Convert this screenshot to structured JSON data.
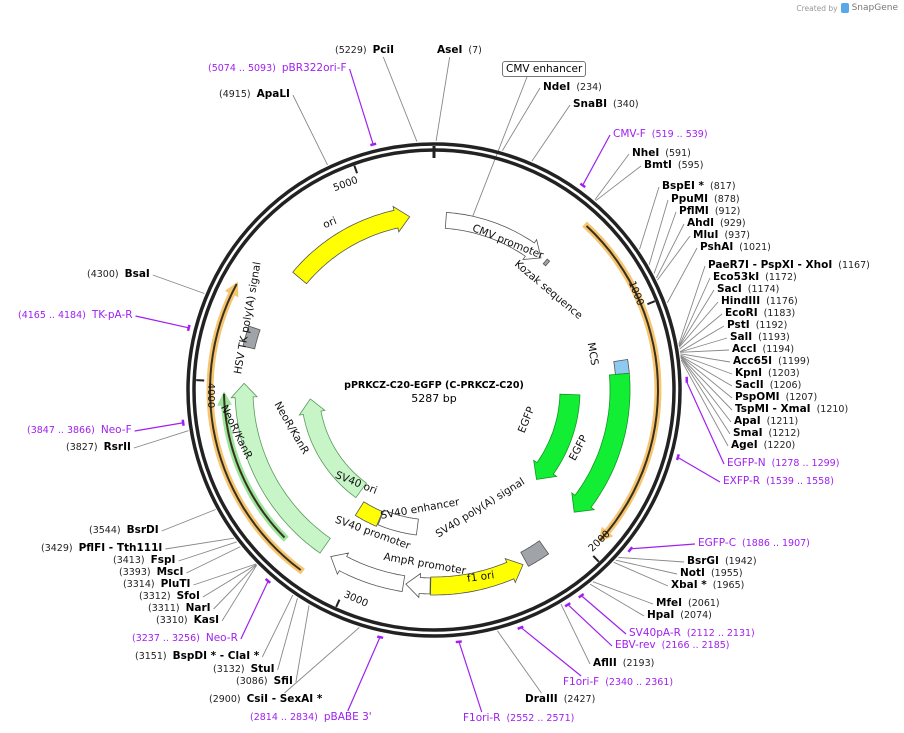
{
  "header": {
    "created_by": "Created by",
    "brand": "SnapGene"
  },
  "plasmid": {
    "name": "pPRKCZ-C20-EGFP (C-PRKCZ-C20)",
    "length": "5287 bp",
    "total_bp": 5287
  },
  "callout": {
    "name": "CMV enhancer",
    "bp": 180
  },
  "ticks": [
    {
      "label": "1000",
      "bp": 1000
    },
    {
      "label": "2000",
      "bp": 2000
    },
    {
      "label": "3000",
      "bp": 3000
    },
    {
      "label": "4000",
      "bp": 4000
    },
    {
      "label": "5000",
      "bp": 5000
    }
  ],
  "colors": {
    "ring": "#222222",
    "primer": "#a020f0",
    "orf": "#f6c56f",
    "leader": "#888888"
  },
  "sites": [
    {
      "name": "PciI",
      "pos": "(5229)",
      "bp": 5229,
      "type": "enzyme"
    },
    {
      "name": "AseI",
      "pos": "(7)",
      "bp": 7,
      "type": "enzyme"
    },
    {
      "name": "NdeI",
      "pos": "(234)",
      "bp": 234,
      "type": "enzyme"
    },
    {
      "name": "SnaBI",
      "pos": "(340)",
      "bp": 340,
      "type": "enzyme"
    },
    {
      "name": "CMV-F",
      "pos": "(519 .. 539)",
      "bp": 529,
      "type": "primer"
    },
    {
      "name": "NheI",
      "pos": "(591)",
      "bp": 591,
      "type": "enzyme"
    },
    {
      "name": "BmtI",
      "pos": "(595)",
      "bp": 595,
      "type": "enzyme"
    },
    {
      "name": "BspEI *",
      "pos": "(817)",
      "bp": 817,
      "type": "enzyme"
    },
    {
      "name": "PpuMI",
      "pos": "(878)",
      "bp": 878,
      "type": "enzyme"
    },
    {
      "name": "PflMI",
      "pos": "(912)",
      "bp": 912,
      "type": "enzyme"
    },
    {
      "name": "AhdI",
      "pos": "(929)",
      "bp": 929,
      "type": "enzyme"
    },
    {
      "name": "MluI",
      "pos": "(937)",
      "bp": 937,
      "type": "enzyme"
    },
    {
      "name": "PshAI",
      "pos": "(1021)",
      "bp": 1021,
      "type": "enzyme"
    },
    {
      "name": "PaeR7I   - PspXI   - XhoI",
      "pos": "(1167)",
      "bp": 1167,
      "type": "enzyme"
    },
    {
      "name": "Eco53kI",
      "pos": "(1172)",
      "bp": 1172,
      "type": "enzyme"
    },
    {
      "name": "SacI",
      "pos": "(1174)",
      "bp": 1174,
      "type": "enzyme"
    },
    {
      "name": "HindIII",
      "pos": "(1176)",
      "bp": 1176,
      "type": "enzyme"
    },
    {
      "name": "EcoRI",
      "pos": "(1183)",
      "bp": 1183,
      "type": "enzyme"
    },
    {
      "name": "PstI",
      "pos": "(1192)",
      "bp": 1192,
      "type": "enzyme"
    },
    {
      "name": "SalI",
      "pos": "(1193)",
      "bp": 1193,
      "type": "enzyme"
    },
    {
      "name": "AccI",
      "pos": "(1194)",
      "bp": 1194,
      "type": "enzyme"
    },
    {
      "name": "Acc65I",
      "pos": "(1199)",
      "bp": 1199,
      "type": "enzyme"
    },
    {
      "name": "KpnI",
      "pos": "(1203)",
      "bp": 1203,
      "type": "enzyme"
    },
    {
      "name": "SacII",
      "pos": "(1206)",
      "bp": 1206,
      "type": "enzyme"
    },
    {
      "name": "PspOMI",
      "pos": "(1207)",
      "bp": 1207,
      "type": "enzyme"
    },
    {
      "name": "TspMI   - XmaI",
      "pos": "(1210)",
      "bp": 1210,
      "type": "enzyme"
    },
    {
      "name": "ApaI",
      "pos": "(1211)",
      "bp": 1211,
      "type": "enzyme"
    },
    {
      "name": "SmaI",
      "pos": "(1212)",
      "bp": 1212,
      "type": "enzyme"
    },
    {
      "name": "AgeI",
      "pos": "(1220)",
      "bp": 1220,
      "type": "enzyme"
    },
    {
      "name": "EGFP-N",
      "pos": "(1278 .. 1299)",
      "bp": 1288,
      "type": "primer"
    },
    {
      "name": "EXFP-R",
      "pos": "(1539 .. 1558)",
      "bp": 1548,
      "type": "primer"
    },
    {
      "name": "EGFP-C",
      "pos": "(1886 .. 1907)",
      "bp": 1896,
      "type": "primer"
    },
    {
      "name": "BsrGI",
      "pos": "(1942)",
      "bp": 1942,
      "type": "enzyme"
    },
    {
      "name": "NotI",
      "pos": "(1955)",
      "bp": 1955,
      "type": "enzyme"
    },
    {
      "name": "XbaI *",
      "pos": "(1965)",
      "bp": 1965,
      "type": "enzyme"
    },
    {
      "name": "MfeI",
      "pos": "(2061)",
      "bp": 2061,
      "type": "enzyme"
    },
    {
      "name": "HpaI",
      "pos": "(2074)",
      "bp": 2074,
      "type": "enzyme"
    },
    {
      "name": "SV40pA-R",
      "pos": "(2112 .. 2131)",
      "bp": 2121,
      "type": "primer"
    },
    {
      "name": "EBV-rev",
      "pos": "(2166 .. 2185)",
      "bp": 2175,
      "type": "primer"
    },
    {
      "name": "AflII",
      "pos": "(2193)",
      "bp": 2193,
      "type": "enzyme"
    },
    {
      "name": "F1ori-F",
      "pos": "(2340 .. 2361)",
      "bp": 2350,
      "type": "primer"
    },
    {
      "name": "DraIII",
      "pos": "(2427)",
      "bp": 2427,
      "type": "enzyme"
    },
    {
      "name": "F1ori-R",
      "pos": "(2552 .. 2571)",
      "bp": 2561,
      "type": "primer"
    },
    {
      "name": "pBABE 3'",
      "pos": "(2814 .. 2834)",
      "bp": 2824,
      "type": "primer"
    },
    {
      "name": "CsiI   - SexAI *",
      "pos": "(2900)",
      "bp": 2900,
      "type": "enzyme"
    },
    {
      "name": "SfiI",
      "pos": "(3086)",
      "bp": 3086,
      "type": "enzyme"
    },
    {
      "name": "StuI",
      "pos": "(3132)",
      "bp": 3132,
      "type": "enzyme"
    },
    {
      "name": "BspDI *  - ClaI *",
      "pos": "(3151)",
      "bp": 3151,
      "type": "enzyme"
    },
    {
      "name": "Neo-R",
      "pos": "(3237 .. 3256)",
      "bp": 3246,
      "type": "primer"
    },
    {
      "name": "KasI",
      "pos": "(3310)",
      "bp": 3310,
      "type": "enzyme"
    },
    {
      "name": "NarI",
      "pos": "(3311)",
      "bp": 3311,
      "type": "enzyme"
    },
    {
      "name": "SfoI",
      "pos": "(3312)",
      "bp": 3312,
      "type": "enzyme"
    },
    {
      "name": "PluTI",
      "pos": "(3314)",
      "bp": 3314,
      "type": "enzyme"
    },
    {
      "name": "MscI",
      "pos": "(3393)",
      "bp": 3393,
      "type": "enzyme"
    },
    {
      "name": "FspI",
      "pos": "(3413)",
      "bp": 3413,
      "type": "enzyme"
    },
    {
      "name": "PflFI   - Tth111I",
      "pos": "(3429)",
      "bp": 3429,
      "type": "enzyme"
    },
    {
      "name": "BsrDI",
      "pos": "(3544)",
      "bp": 3544,
      "type": "enzyme"
    },
    {
      "name": "RsrII",
      "pos": "(3827)",
      "bp": 3827,
      "type": "enzyme"
    },
    {
      "name": "Neo-F",
      "pos": "(3847 .. 3866)",
      "bp": 3856,
      "type": "primer"
    },
    {
      "name": "TK-pA-R",
      "pos": "(4165 .. 4184)",
      "bp": 4174,
      "type": "primer"
    },
    {
      "name": "BsaI",
      "pos": "(4300)",
      "bp": 4300,
      "type": "enzyme"
    },
    {
      "name": "ApaLI",
      "pos": "(4915)",
      "bp": 4915,
      "type": "enzyme"
    },
    {
      "name": "pBR322ori-F",
      "pos": "(5074 .. 5093)",
      "bp": 5083,
      "type": "primer"
    }
  ],
  "features": [
    {
      "name": "CMV promoter",
      "start": 59,
      "end": 573,
      "dir": "fwd",
      "color": "#ffffff"
    },
    {
      "name": "Kozak sequence",
      "start": 600,
      "end": 616,
      "dir": "none",
      "color": "#a0a4a8"
    },
    {
      "name": "MCS",
      "start": 1190,
      "end": 1250,
      "dir": "none",
      "color": "#8ec9f0"
    },
    {
      "name": "EGFP",
      "start": 1250,
      "end": 1925,
      "dir": "fwd",
      "color": "#11ee33"
    },
    {
      "name": "EGFP",
      "start": 1350,
      "end": 1925,
      "dir": "fwd",
      "color": "#11ee33"
    },
    {
      "name": "SV40 poly(A) signal",
      "start": 2130,
      "end": 2230,
      "dir": "none",
      "color": "#a0a4a8"
    },
    {
      "name": "f1 ori",
      "start": 2247,
      "end": 2658,
      "dir": "rev",
      "color": "#ffff00"
    },
    {
      "name": "AmpR promoter",
      "start": 2660,
      "end": 2765,
      "dir": "fwd",
      "color": "#ffffff"
    },
    {
      "name": "SV40 promoter",
      "start": 2775,
      "end": 3110,
      "dir": "fwd",
      "color": "#ffffff"
    },
    {
      "name": "SV40 enhancer",
      "start": 2745,
      "end": 2975,
      "dir": "none",
      "color": "#ffffff"
    },
    {
      "name": "SV40 ori",
      "start": 2980,
      "end": 3115,
      "dir": "none",
      "color": "#ffff00"
    },
    {
      "name": "NeoR/KanR",
      "start": 3157,
      "end": 3995,
      "dir": "fwd",
      "color": "#c8f5c8"
    },
    {
      "name": "NeoR/KanR",
      "start": 3172,
      "end": 3905,
      "dir": "fwd",
      "color": "#c8f5c8"
    },
    {
      "name": "HSV TK poly(A) signal",
      "start": 4155,
      "end": 4245,
      "dir": "none",
      "color": "#a0a4a8"
    },
    {
      "name": "ori",
      "start": 4550,
      "end": 5170,
      "dir": "fwd",
      "color": "#ffff00"
    }
  ],
  "orfs": [
    {
      "start": 620,
      "end": 1950,
      "dir": "fwd",
      "color": "#f6c56f"
    },
    {
      "start": 3170,
      "end": 4390,
      "dir": "fwd",
      "color": "#f6c56f"
    },
    {
      "start": 3300,
      "end": 3960,
      "dir": "fwd",
      "color": "#9be69b"
    }
  ]
}
